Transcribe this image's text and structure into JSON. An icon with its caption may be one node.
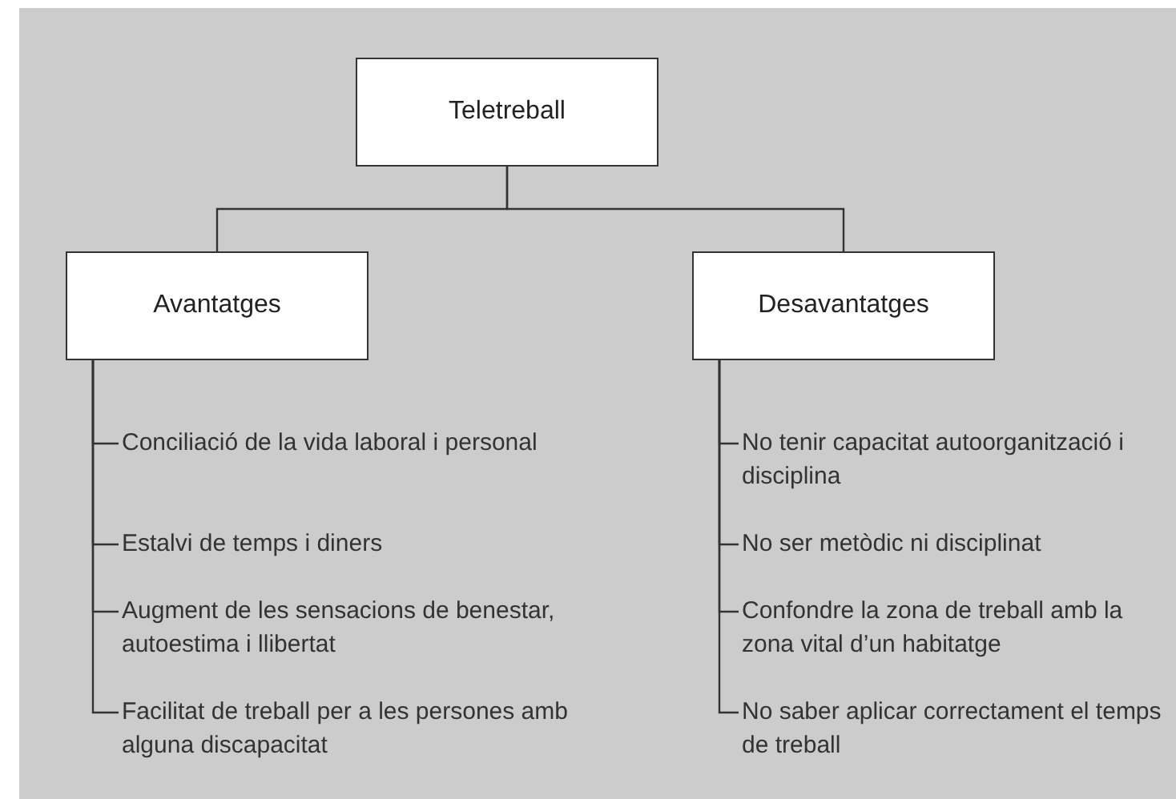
{
  "diagram": {
    "nodes": [
      {
        "text": [
          "Teletreball"
        ]
      },
      {
        "text": [
          "Avantatges"
        ]
      },
      {
        "text": [
          "Desavantatges"
        ]
      },
      {
        "text": [
          "Conciliació de la vida laboral i personal"
        ]
      },
      {
        "text": [
          "Estalvi de temps i diners"
        ]
      },
      {
        "text": [
          "Augment de les sensacions de benestar, autoestima i llibertat"
        ]
      },
      {
        "text": [
          "Facilitat de treball per a les persones amb alguna discapacitat"
        ]
      },
      {
        "text": [
          "No tenir capacitat autoorganització i disciplina"
        ]
      },
      {
        "text": [
          "No ser metòdic ni disciplinat"
        ]
      },
      {
        "text": [
          "Confondre la zona de treball amb la zona vital d’un habitatge"
        ]
      },
      {
        "text": [
          "No saber aplicar correctament el temps de treball"
        ]
      }
    ],
    "edges": [
      {
        "from": 0,
        "to": 1,
        "arrow": "none"
      },
      {
        "from": 0,
        "to": 2,
        "arrow": "none"
      },
      {
        "from": 1,
        "to": 3,
        "arrow": "none"
      },
      {
        "from": 1,
        "to": 4,
        "arrow": "none"
      },
      {
        "from": 1,
        "to": 5,
        "arrow": "none"
      },
      {
        "from": 1,
        "to": 6,
        "arrow": "none"
      },
      {
        "from": 2,
        "to": 7,
        "arrow": "none"
      },
      {
        "from": 2,
        "to": 8,
        "arrow": "none"
      },
      {
        "from": 2,
        "to": 9,
        "arrow": "none"
      },
      {
        "from": 2,
        "to": 10,
        "arrow": "none"
      }
    ]
  }
}
